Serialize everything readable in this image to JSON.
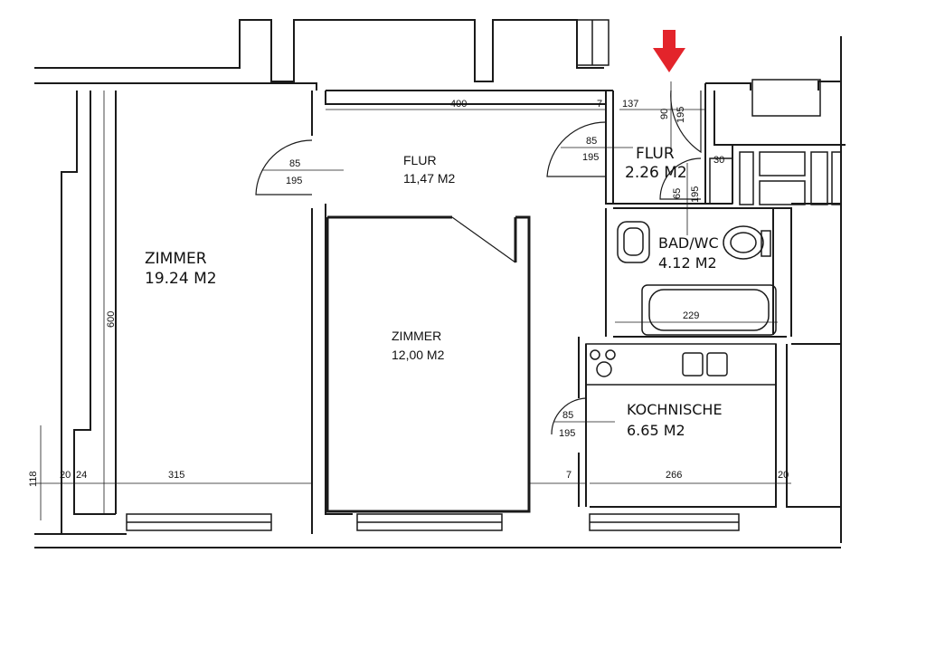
{
  "colors": {
    "ink": "#1a1a1a",
    "arrow": "#e3242b",
    "paper": "#ffffff"
  },
  "rooms": {
    "zimmer_left": {
      "name": "ZIMMER",
      "area": "19.24 M2"
    },
    "flur_main": {
      "name": "FLUR",
      "area": "11,47 M2"
    },
    "zimmer_mid": {
      "name": "ZIMMER",
      "area": "12,00 M2"
    },
    "flur_small": {
      "name": "FLUR",
      "area": "2.26 M2"
    },
    "bad": {
      "name": "BAD/WC",
      "area": "4.12 M2"
    },
    "kochnische": {
      "name": "KOCHNISCHE",
      "area": "6.65 M2"
    }
  },
  "dimensions": {
    "d400": "400",
    "d7_top": "7",
    "d137": "137",
    "d90": "90",
    "d195_top": "195",
    "d85_left": "85",
    "d195_left": "195",
    "d85_flur": "85",
    "d195_flur": "195",
    "d65": "65",
    "d195_bad": "195",
    "d30": "30",
    "d600": "600",
    "d229": "229",
    "d85_koch": "85",
    "d195_koch": "195",
    "d118": "118",
    "d20_left": "20",
    "d24": "24",
    "d315": "315",
    "d7_bottom": "7",
    "d266": "266",
    "d20_right": "20"
  },
  "entrance_marker": {
    "icon": "down-arrow-icon"
  }
}
